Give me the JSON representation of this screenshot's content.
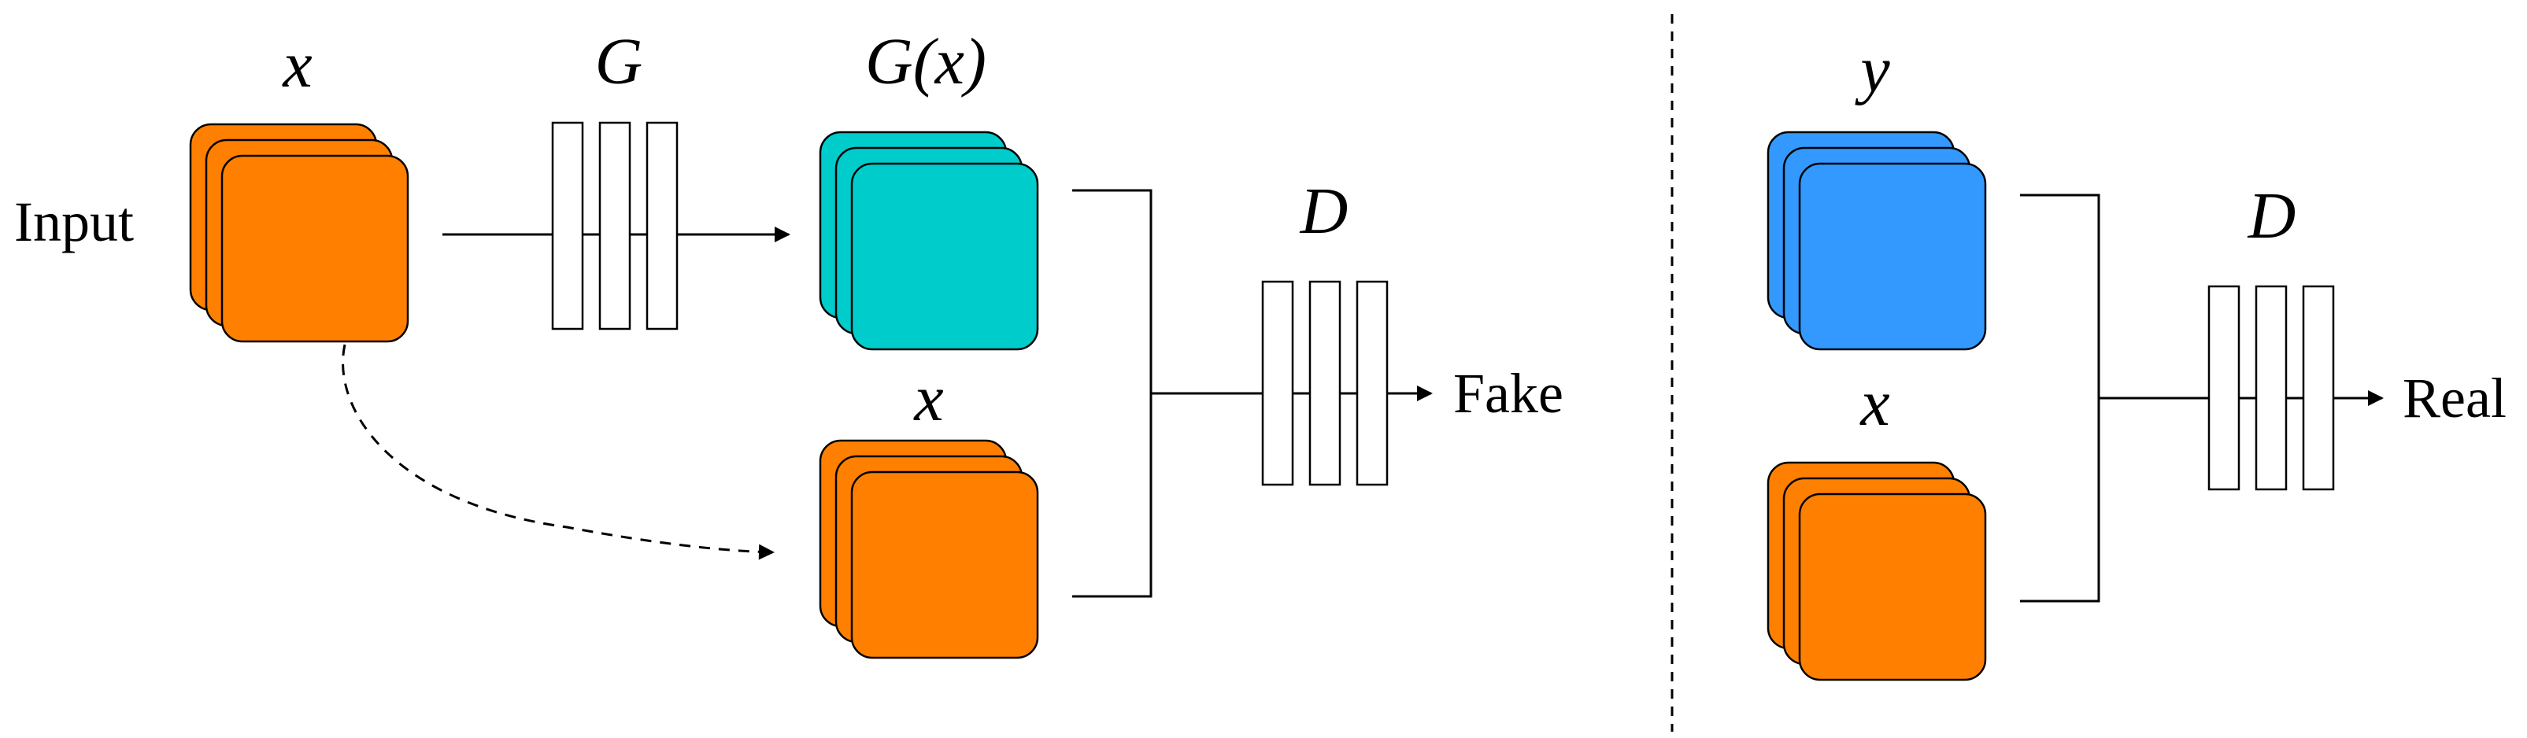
{
  "labels": {
    "input": "Input",
    "x_top": "x",
    "g": "G",
    "gx": "G(x)",
    "x_mid": "x",
    "d_left": "D",
    "fake": "Fake",
    "y": "y",
    "x_right": "x",
    "d_right": "D",
    "real": "Real"
  },
  "colors": {
    "orange": "#FF8000",
    "teal": "#00CCCC",
    "blue": "#3399FF",
    "stroke": "#000000"
  }
}
